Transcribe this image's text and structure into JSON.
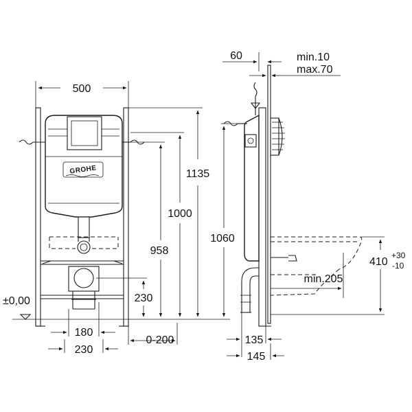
{
  "brand": {
    "logo_text": "GROHE"
  },
  "front_view": {
    "dims": {
      "width_top": "500",
      "height_1135": "1135",
      "height_1000": "1000",
      "height_958": "958",
      "height_230": "230",
      "floor_level": "±0,00",
      "width_180": "180",
      "width_230": "230",
      "range_0_200": "0-200"
    }
  },
  "side_view": {
    "dims": {
      "depth_60": "60",
      "min_10": "min.10",
      "max_70": "max.70",
      "height_1060": "1060",
      "height_410": "410",
      "tol_plus": "+30",
      "tol_minus": "-10",
      "min_205": "min.205",
      "depth_135": "135",
      "depth_145": "145"
    }
  }
}
